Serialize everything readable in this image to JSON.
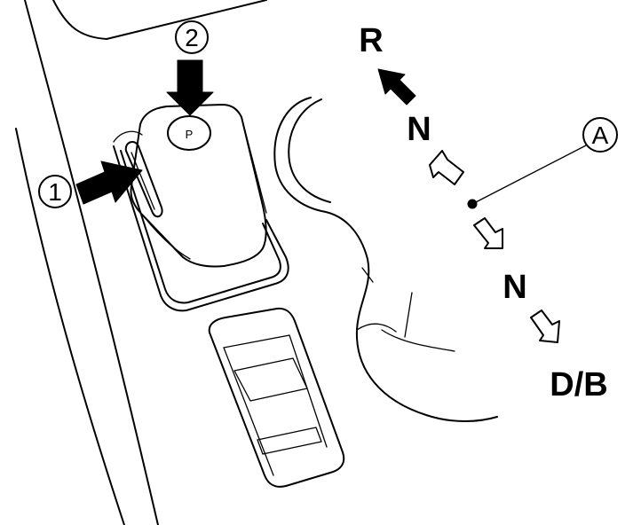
{
  "labels": {
    "reverse": "R",
    "neutral_upper": "N",
    "neutral_lower": "N",
    "drive": "D/B",
    "callout_a": "A",
    "step_1": "1",
    "step_2": "2",
    "park_button": "P"
  },
  "colors": {
    "ink": "#000000",
    "paper": "#ffffff"
  },
  "icons": [
    "solid-arrow",
    "hollow-arrow",
    "callout-circle",
    "leader-line"
  ]
}
